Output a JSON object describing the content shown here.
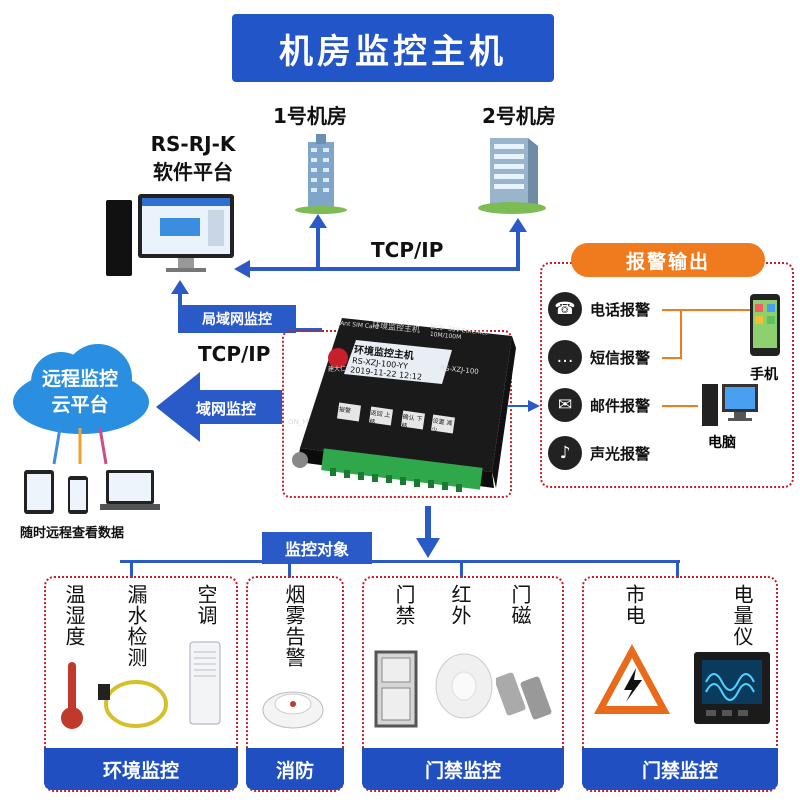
{
  "title": "机房监控主机",
  "rooms": {
    "room1": "1号机房",
    "room2": "2号机房"
  },
  "software": {
    "line1": "RS-RJ-K",
    "line2": "软件平台"
  },
  "links": {
    "tcp_top": "TCP/IP",
    "tcp_left": "TCP/IP",
    "lan": "局域网监控",
    "wan": "域网监控"
  },
  "cloud": {
    "line1": "远程监控",
    "line2": "云平台",
    "remote_caption": "随时远程查看数据"
  },
  "device": {
    "screen_title": "环境监控主机",
    "screen_line1": "RS-XZJ-100-YY",
    "screen_line2": "2019-11-22   12:12",
    "top_label": "环境监控主机",
    "model": "RS-XZJ-100",
    "port_info": "DC9~35V Ethernet 10M/100M",
    "sim": "Ant  SIM Card",
    "brand": "建大仁科",
    "on": "ON_M",
    "keys": [
      "报警",
      "返回 上移",
      "确认 下移",
      "设置 减少"
    ]
  },
  "alarm": {
    "header": "报警输出",
    "items": [
      {
        "label": "电话报警",
        "icon": "phone-icon"
      },
      {
        "label": "短信报警",
        "icon": "sms-icon"
      },
      {
        "label": "邮件报警",
        "icon": "mail-icon"
      },
      {
        "label": "声光报警",
        "icon": "bell-icon"
      }
    ],
    "phone": "手机",
    "pc": "电脑"
  },
  "targets_header": "监控对象",
  "groups": [
    {
      "footer": "环境监控",
      "items": [
        "温湿度",
        "漏水检测",
        "空调"
      ]
    },
    {
      "footer": "消防",
      "items": [
        "烟雾告警"
      ]
    },
    {
      "footer": "门禁监控",
      "items": [
        "门禁",
        "红外",
        "门磁"
      ]
    },
    {
      "footer": "门禁监控",
      "items": [
        "市电",
        "电量仪"
      ]
    }
  ],
  "colors": {
    "primary_blue": "#2255c8",
    "orange": "#f07a1e",
    "dotted_red": "#c8202a"
  }
}
